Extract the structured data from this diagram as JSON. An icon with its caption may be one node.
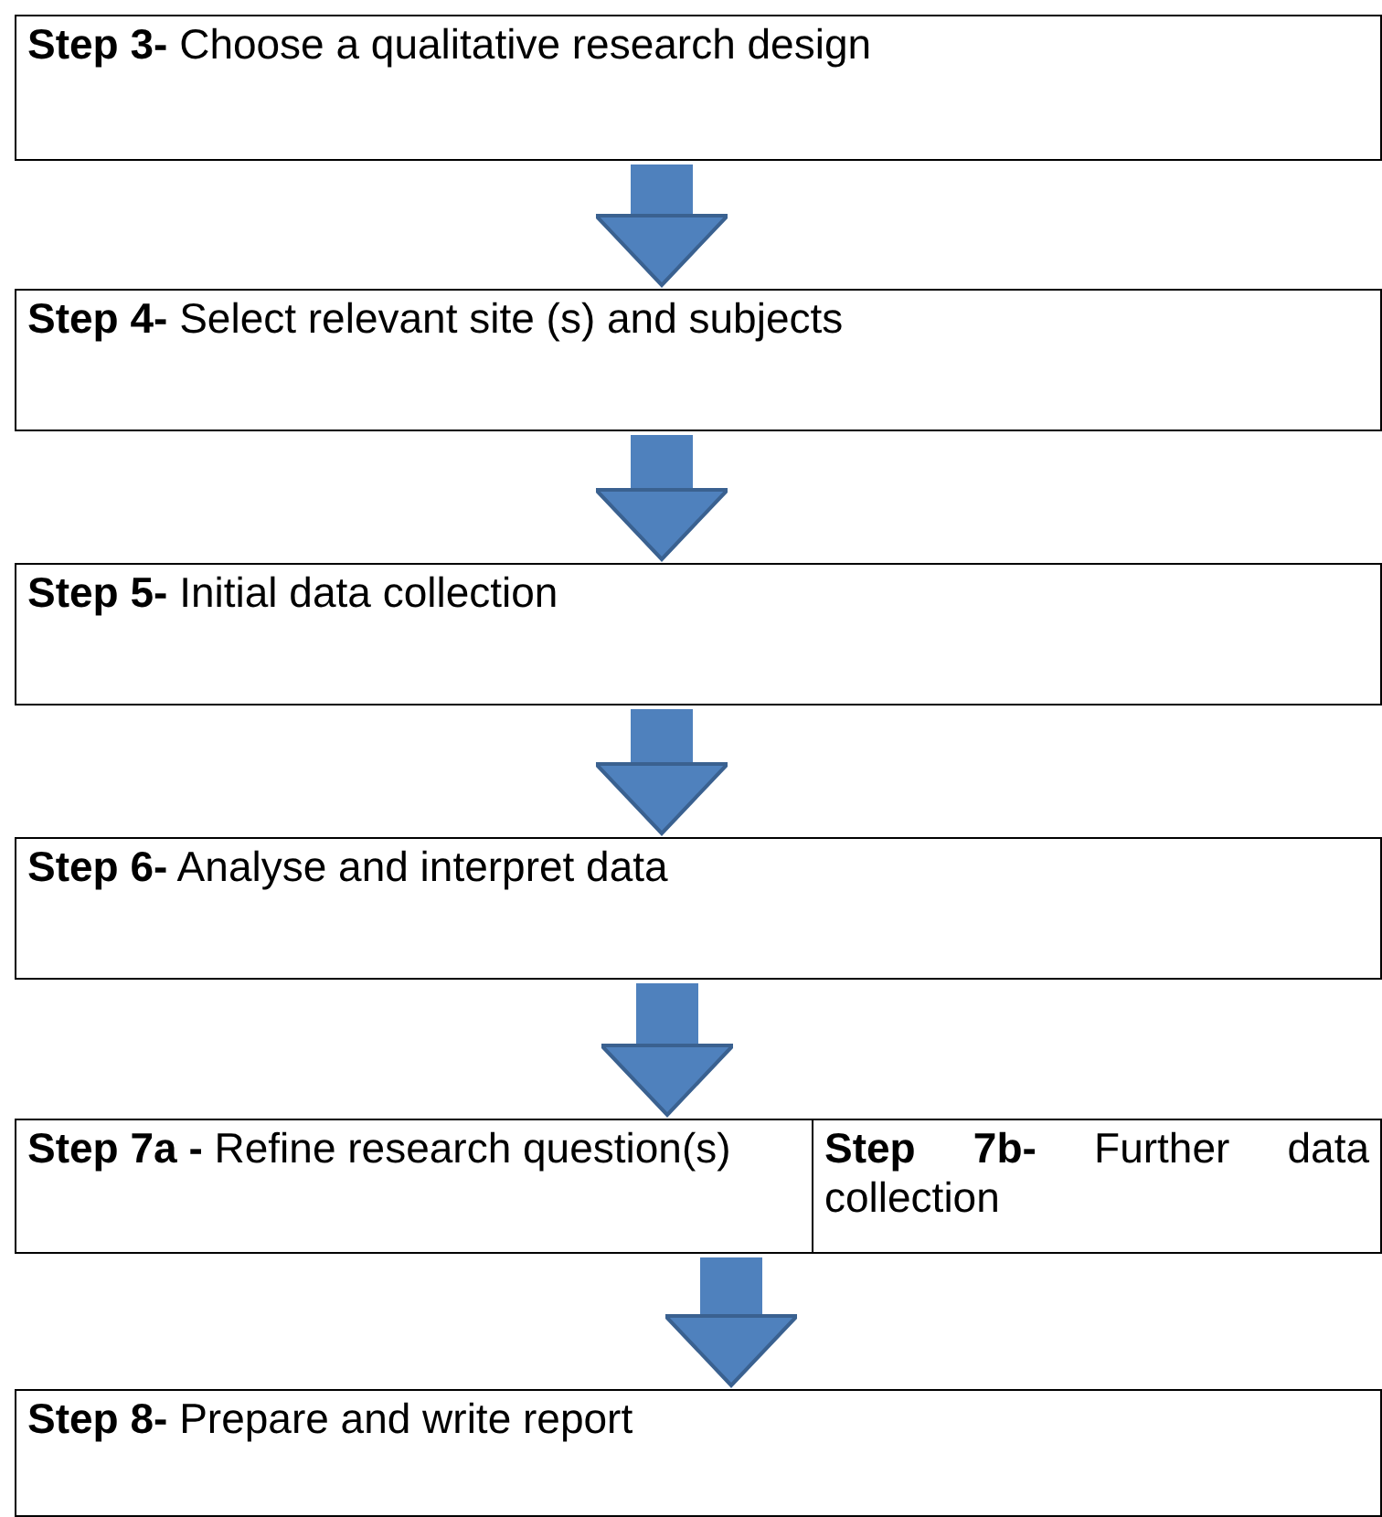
{
  "diagram": {
    "nodes": [
      {
        "text": [
          "**Step 3-** Choose a qualitative research design"
        ]
      },
      {
        "text": [
          "**Step 4-** Select relevant site (s) and subjects"
        ]
      },
      {
        "text": [
          "**Step 5-** Initial data collection"
        ]
      },
      {
        "text": [
          "**Step 6-** Analyse and interpret data"
        ]
      },
      {
        "text": [
          "**Step 7a -** Refine research question(s)"
        ]
      },
      {
        "text": [
          "**Step 7b-** Further data collection"
        ]
      },
      {
        "text": [
          "**Step 8-** Prepare and write report"
        ]
      }
    ],
    "edges": [
      {
        "from": 0,
        "to": 1,
        "arrow": "to"
      },
      {
        "from": 1,
        "to": 2,
        "arrow": "to"
      },
      {
        "from": 2,
        "to": 3,
        "arrow": "to"
      },
      {
        "from": 3,
        "to": 4,
        "arrow": "to"
      },
      {
        "from": 4,
        "to": 6,
        "arrow": "to"
      }
    ]
  }
}
